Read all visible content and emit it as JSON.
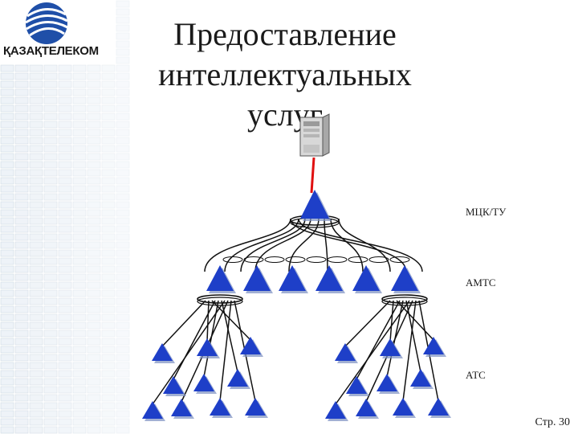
{
  "brand": {
    "name": "ҚАЗАҚТЕЛЕКОМ",
    "logo_icon": "globe-swoosh-icon",
    "color": "#1f4fa8"
  },
  "title": {
    "line1": "Предоставление",
    "line2": "интеллектуальных услуг"
  },
  "levels": {
    "top": "МЦК/ТУ",
    "middle": "АМТС",
    "bottom": "АТС"
  },
  "page": {
    "label": "Стр. 30"
  },
  "colors": {
    "node": "#1e3fc8",
    "link_server": "#e01010",
    "lines": "#111111",
    "sidebar_grid": "#cfd9e3",
    "slide_bg": "#ffffff"
  },
  "icons": {
    "server": "server-icon",
    "node": "triangle-node-icon"
  }
}
